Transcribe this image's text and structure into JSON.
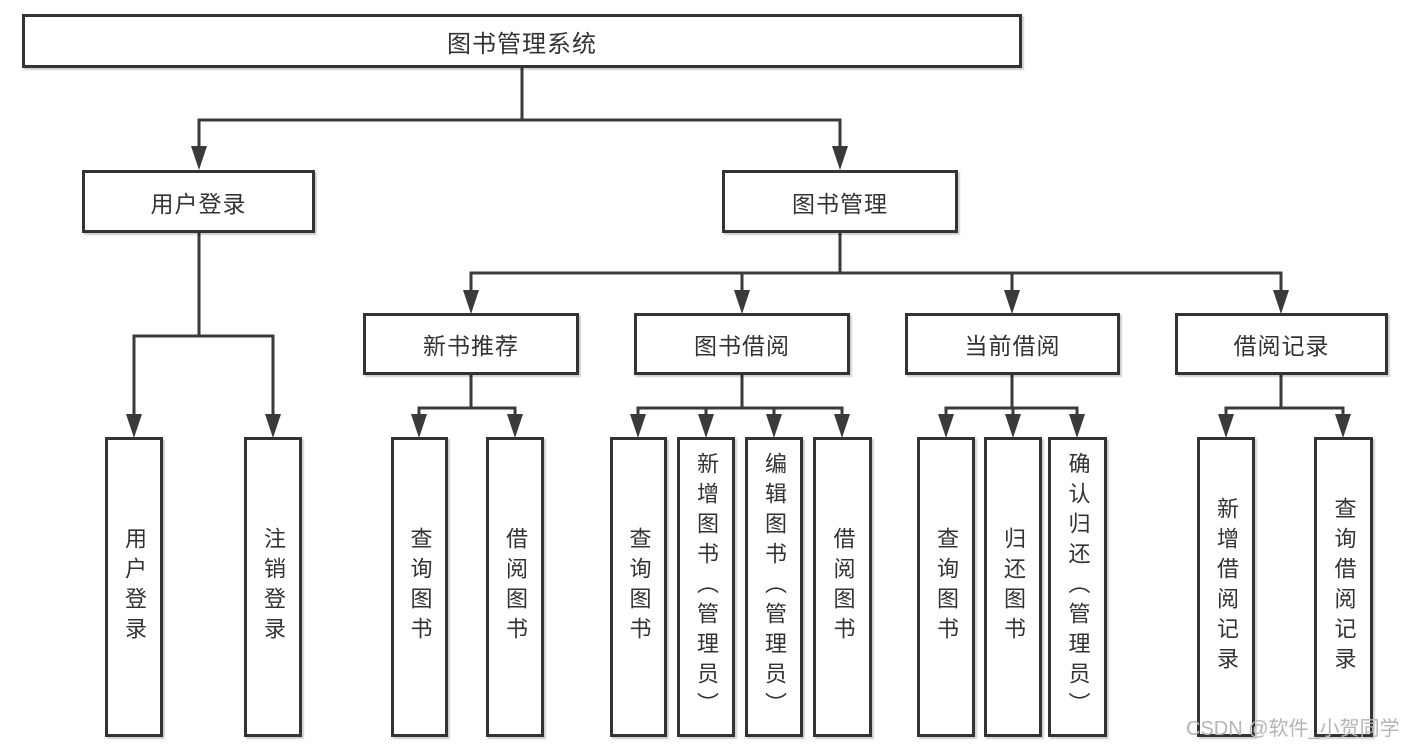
{
  "root": {
    "label": "图书管理系统"
  },
  "branches": [
    {
      "label": "用户登录",
      "children": [
        {
          "label": "用户登录"
        },
        {
          "label": "注销登录"
        }
      ]
    },
    {
      "label": "图书管理",
      "groups": [
        {
          "label": "新书推荐",
          "children": [
            {
              "label": "查询图书"
            },
            {
              "label": "借阅图书"
            }
          ]
        },
        {
          "label": "图书借阅",
          "children": [
            {
              "label": "查询图书"
            },
            {
              "label": "新增图书（管理员）"
            },
            {
              "label": "编辑图书（管理员）"
            },
            {
              "label": "借阅图书"
            }
          ]
        },
        {
          "label": "当前借阅",
          "children": [
            {
              "label": "查询图书"
            },
            {
              "label": "归还图书"
            },
            {
              "label": "确认归还（管理员）"
            }
          ]
        },
        {
          "label": "借阅记录",
          "children": [
            {
              "label": "新增借阅记录"
            },
            {
              "label": "查询借阅记录"
            }
          ]
        }
      ]
    }
  ],
  "watermark": "CSDN @软件_小贺同学",
  "colors": {
    "line": "#3a3a3a",
    "box_border": "#333333",
    "box_fill": "#ffffff",
    "background": "#ffffff",
    "watermark": "#b5b5b5",
    "text": "#333333"
  }
}
